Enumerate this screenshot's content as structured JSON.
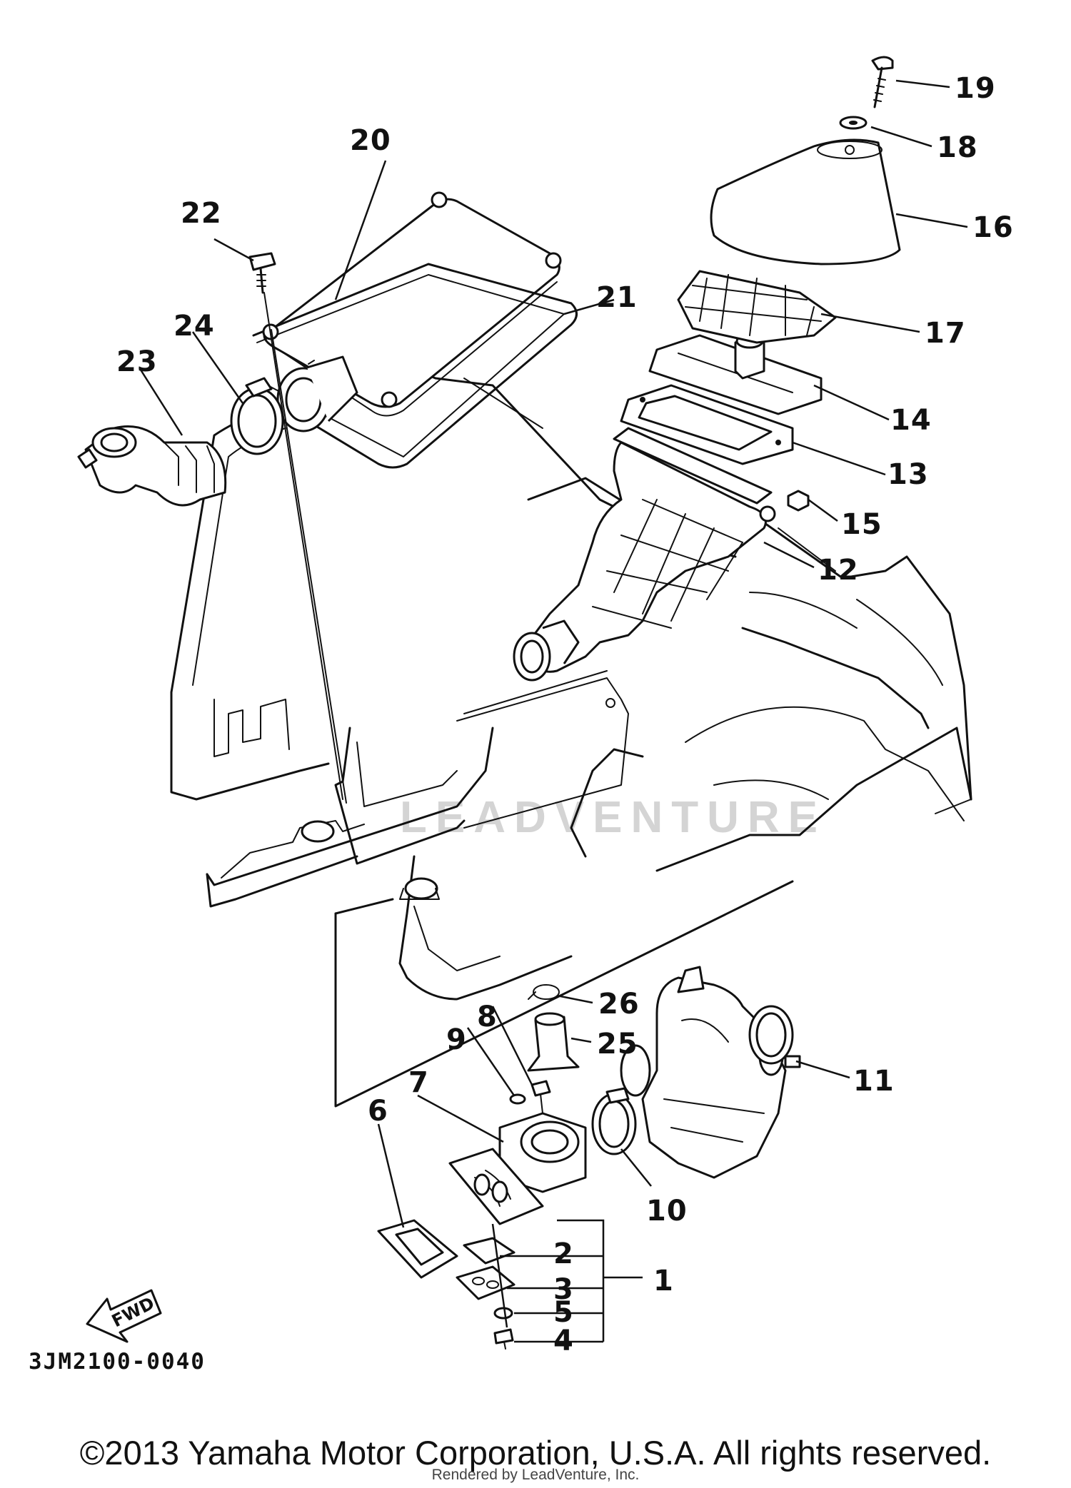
{
  "diagram": {
    "code": "3JM2100-0040",
    "direction_arrow": "FWD",
    "copyright": "©2013 Yamaha Motor Corporation, U.S.A. All rights reserved.",
    "rendered_by": "Rendered by LeadVenture, Inc.",
    "watermark": "LEADVENTURE",
    "part_labels": [
      "1",
      "2",
      "3",
      "4",
      "5",
      "6",
      "7",
      "8",
      "9",
      "10",
      "11",
      "12",
      "13",
      "14",
      "15",
      "16",
      "17",
      "18",
      "19",
      "20",
      "21",
      "22",
      "23",
      "24",
      "25",
      "26"
    ]
  }
}
